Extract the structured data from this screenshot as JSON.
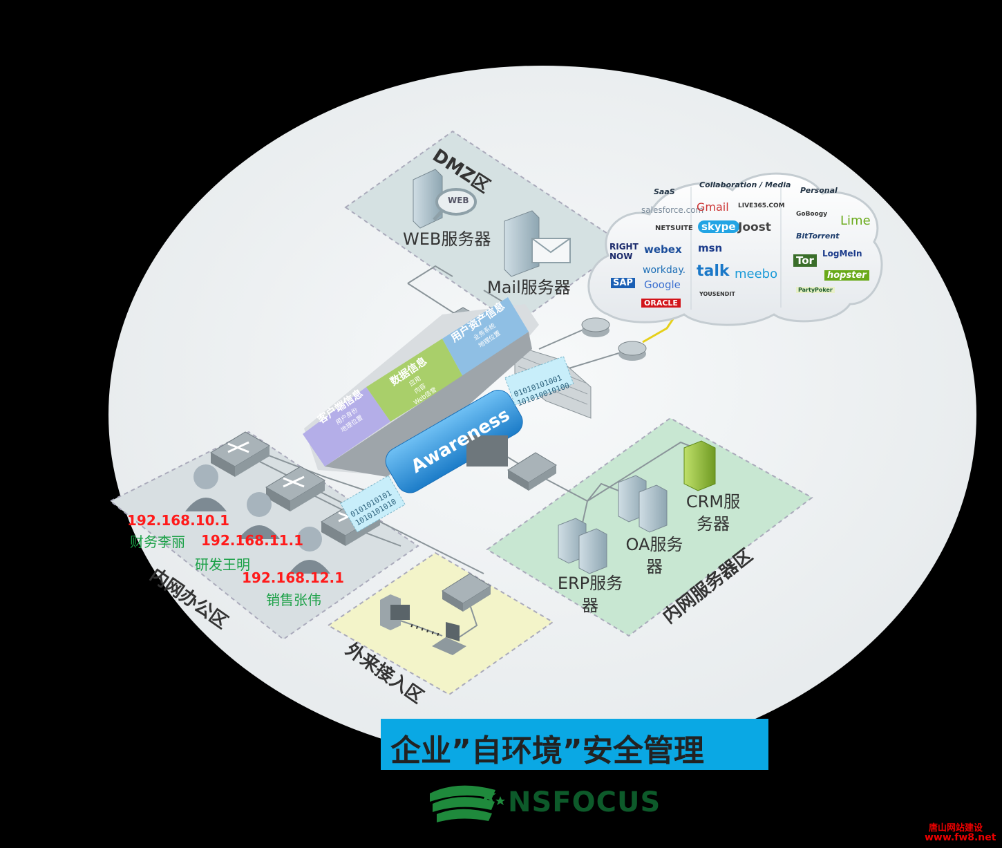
{
  "zones": {
    "dmz": "DMZ区",
    "office": "内网办公区",
    "guest": "外来接入区",
    "servers": "内网服务器区"
  },
  "servers": {
    "web": "WEB服务器",
    "web_badge": "WEB",
    "mail": "Mail服务器",
    "crm_line1": "CRM服",
    "crm_line2": "务器",
    "oa_line1": "OA服务",
    "oa_line2": "器",
    "erp_line1": "ERP服务",
    "erp_line2": "器"
  },
  "users": [
    {
      "ip": "192.168.10.1",
      "name": "财务李丽"
    },
    {
      "ip": "192.168.11.1",
      "name": "研发王明"
    },
    {
      "ip": "192.168.12.1",
      "name": "销售张伟"
    }
  ],
  "prism": {
    "client_title": "客户端信息",
    "client_sub1": "用户身份",
    "client_sub2": "地理位置",
    "data_title": "数据信息",
    "data_sub1": "应用",
    "data_sub2": "内容",
    "data_sub3": "Web信誉",
    "asset_title": "用户资产信息",
    "asset_sub1": "业务系统",
    "asset_sub2": "地理位置",
    "awareness": "Awareness",
    "binary1": "0101010101",
    "binary2": "1010101010",
    "binary3": "01010101001",
    "binary4": "101010010100"
  },
  "cloud": {
    "saas": "SaaS",
    "collab": "Collaboration / Media",
    "personal": "Personal",
    "saas_logos": [
      "salesforce.com",
      "NETSUITE",
      "RIGHT NOW",
      "webex",
      "workday.",
      "SAP",
      "Google",
      "ORACLE"
    ],
    "collab_logos": [
      "Gmail",
      "LIVE365.COM",
      "skype",
      "Joost",
      "msn",
      "talk",
      "meebo",
      "YOUSENDIT"
    ],
    "personal_logos": [
      "GoBoogy",
      "Lime",
      "BitTorrent",
      "Tor",
      "LogMeIn",
      "hopster",
      "PartyPoker"
    ]
  },
  "title": "企业”自环境”安全管理",
  "brand": "NSFOCUS",
  "watermark1": "唐山网站建设",
  "watermark2": "www.fw8.net",
  "colors": {
    "title_bg": "#0aa8e4",
    "ip_red": "#ff1a1a",
    "name_green": "#1aa046",
    "brand_green": "#0d5a2a",
    "awareness_blue": "#2a8fd8"
  }
}
